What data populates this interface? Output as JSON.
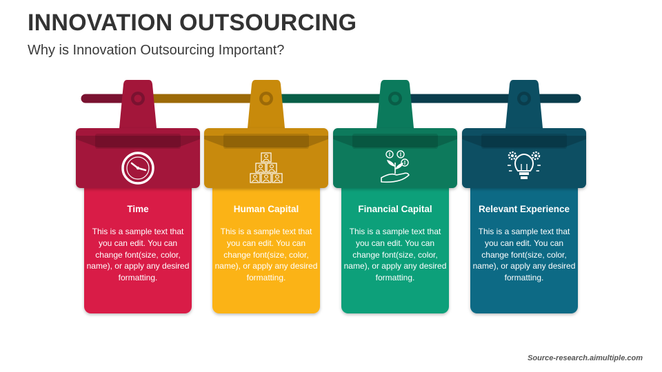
{
  "header": {
    "title": "INNOVATION OUTSOURCING",
    "subtitle": "Why is Innovation Outsourcing Important?"
  },
  "footer": {
    "source": "Source-research.aimultiple.com"
  },
  "cards": [
    {
      "title": "Time",
      "body": "This is a sample text that you can edit. You can change font(size, color, name), or apply any desired formatting.",
      "icon": "clock-icon",
      "color": "#d91b47",
      "dark": "#a3163a",
      "rail": "#7a1230"
    },
    {
      "title": "Human Capital",
      "body": "This is a sample text that you can edit. You can change font(size, color, name), or apply any desired formatting.",
      "icon": "people-pyramid-icon",
      "color": "#fbb316",
      "dark": "#c88a0b",
      "rail": "#9c6a08"
    },
    {
      "title": "Financial Capital",
      "body": "This is a sample text that you can edit. You can change font(size, color, name), or apply any desired formatting.",
      "icon": "money-plant-hand-icon",
      "color": "#0ea07a",
      "dark": "#0b7a5c",
      "rail": "#095e47"
    },
    {
      "title": "Relevant Experience",
      "body": "This is a sample text that you can edit. You can change font(size, color, name), or apply any desired formatting.",
      "icon": "lightbulb-gears-icon",
      "color": "#0f6b85",
      "dark": "#0c4f63",
      "rail": "#0a3d4c"
    }
  ]
}
